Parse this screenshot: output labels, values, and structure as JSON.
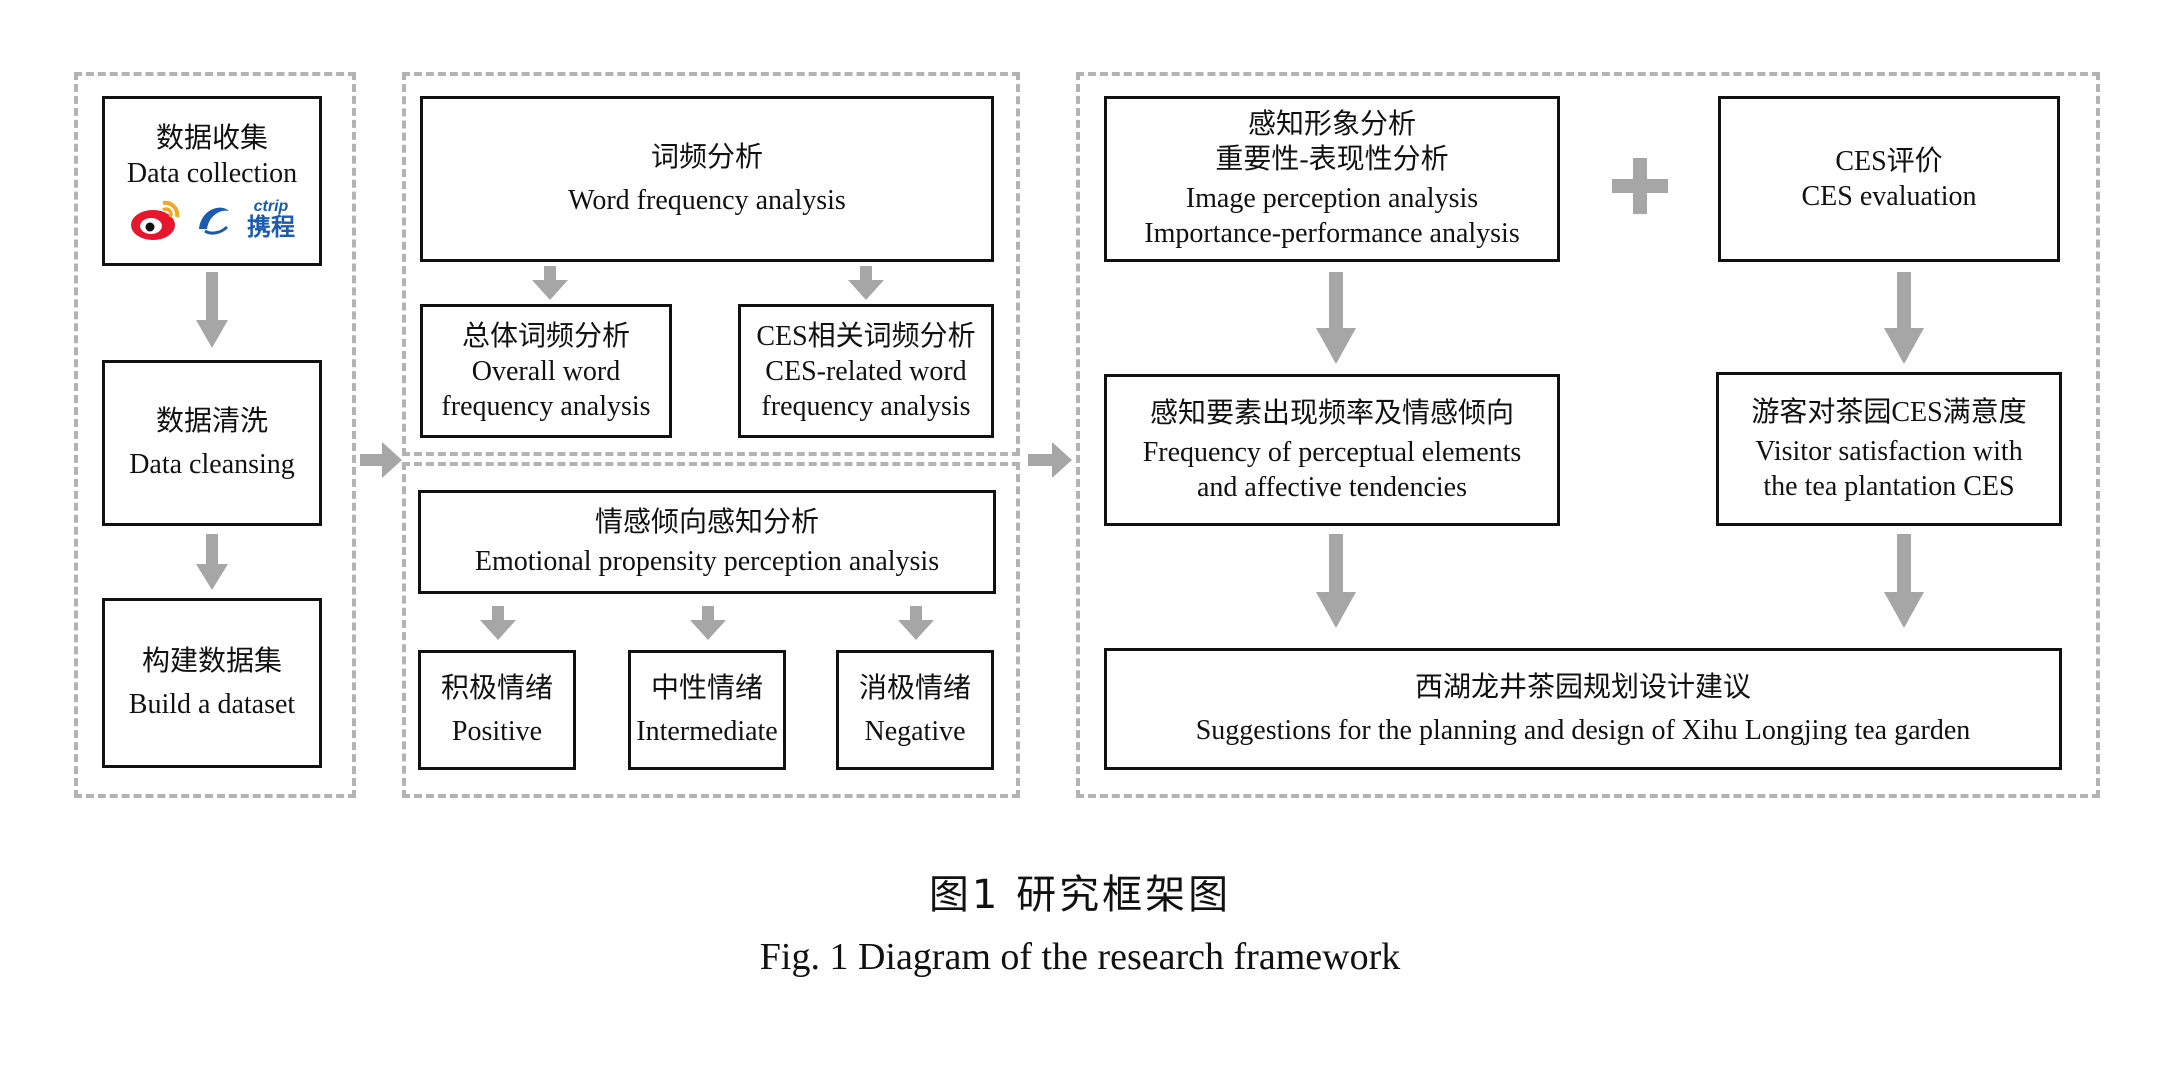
{
  "col1": {
    "collect_zh": "数据收集",
    "collect_en": "Data collection",
    "logo_ctrip_en": "ctrip",
    "logo_ctrip_zh": "携程",
    "clean_zh": "数据清洗",
    "clean_en": "Data cleansing",
    "build_zh": "构建数据集",
    "build_en": "Build a dataset"
  },
  "col2_top": {
    "wf_zh": "词频分析",
    "wf_en": "Word frequency analysis",
    "overall_zh": "总体词频分析",
    "overall_en1": "Overall word",
    "overall_en2": "frequency analysis",
    "ces_zh": "CES相关词频分析",
    "ces_en1": "CES-related word",
    "ces_en2": "frequency analysis"
  },
  "col2_bottom": {
    "emo_zh": "情感倾向感知分析",
    "emo_en": "Emotional propensity perception analysis",
    "pos_zh": "积极情绪",
    "pos_en": "Positive",
    "mid_zh": "中性情绪",
    "mid_en": "Intermediate",
    "neg_zh": "消极情绪",
    "neg_en": "Negative"
  },
  "col3": {
    "img_zh1": "感知形象分析",
    "img_zh2": "重要性-表现性分析",
    "img_en1": "Image perception analysis",
    "img_en2": "Importance-performance analysis",
    "ceseval_zh": "CES评价",
    "ceseval_en": "CES evaluation",
    "freq_zh": "感知要素出现频率及情感倾向",
    "freq_en1": "Frequency of perceptual elements",
    "freq_en2": "and affective tendencies",
    "sat_zh": "游客对茶园CES满意度",
    "sat_en1": "Visitor satisfaction with",
    "sat_en2": "the tea plantation CES",
    "sugg_zh": "西湖龙井茶园规划设计建议",
    "sugg_en": "Suggestions for the planning and design of Xihu Longjing tea garden"
  },
  "caption": {
    "zh": "图1  研究框架图",
    "en": "Fig. 1 Diagram of the research framework"
  },
  "colors": {
    "arrow": "#a6a6a6",
    "dash": "#b3b3b3",
    "weibo_red": "#e6162d",
    "weibo_yellow": "#f5a623",
    "ctrip_blue": "#1a5bb0"
  }
}
